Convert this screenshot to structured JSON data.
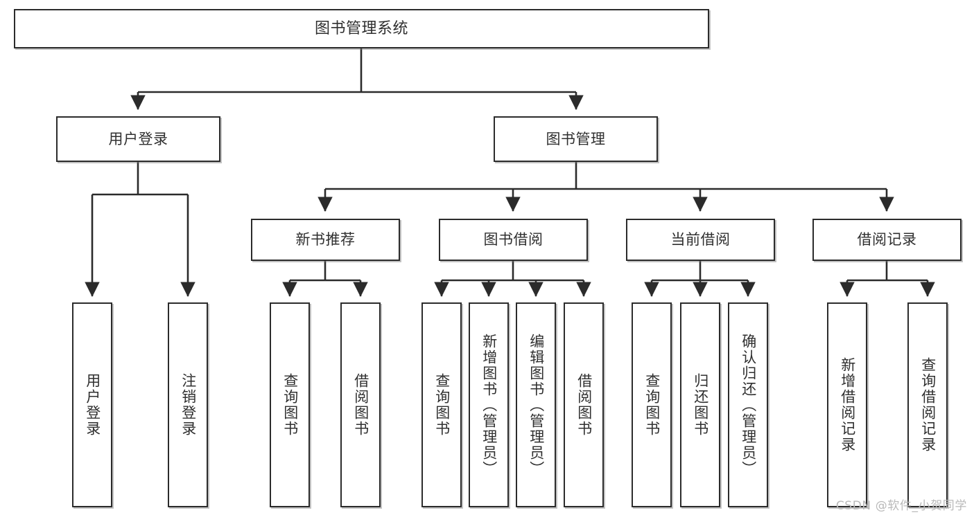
{
  "diagram": {
    "title": "图书管理系统",
    "type": "tree-hierarchy",
    "watermark": "CSDN @软件_小贺同学",
    "colors": {
      "box_border": "#2b2b2b",
      "box_fill": "#ffffff",
      "text": "#2f2f2f",
      "connector": "#2b2b2b",
      "watermark": "#b9b9b9"
    },
    "nodes": {
      "root": {
        "label": "图书管理系统",
        "level": 1
      },
      "l2": [
        {
          "label": "用户登录",
          "level": 2
        },
        {
          "label": "图书管理",
          "level": 2
        }
      ],
      "l3": [
        {
          "label": "新书推荐",
          "level": 3
        },
        {
          "label": "图书借阅",
          "level": 3
        },
        {
          "label": "当前借阅",
          "level": 3
        },
        {
          "label": "借阅记录",
          "level": 3
        }
      ],
      "leaves": {
        "user_login": [
          {
            "label": "用户登录"
          },
          {
            "label": "注销登录"
          }
        ],
        "new_book_recommend": [
          {
            "label": "查询图书"
          },
          {
            "label": "借阅图书"
          }
        ],
        "book_borrow": [
          {
            "label": "查询图书"
          },
          {
            "label": "新增图书（管理员）"
          },
          {
            "label": "编辑图书（管理员）"
          },
          {
            "label": "借阅图书"
          }
        ],
        "current_borrow": [
          {
            "label": "查询图书"
          },
          {
            "label": "归还图书"
          },
          {
            "label": "确认归还（管理员）"
          }
        ],
        "borrow_record": [
          {
            "label": "新增借阅记录"
          },
          {
            "label": "查询借阅记录"
          }
        ]
      }
    }
  }
}
